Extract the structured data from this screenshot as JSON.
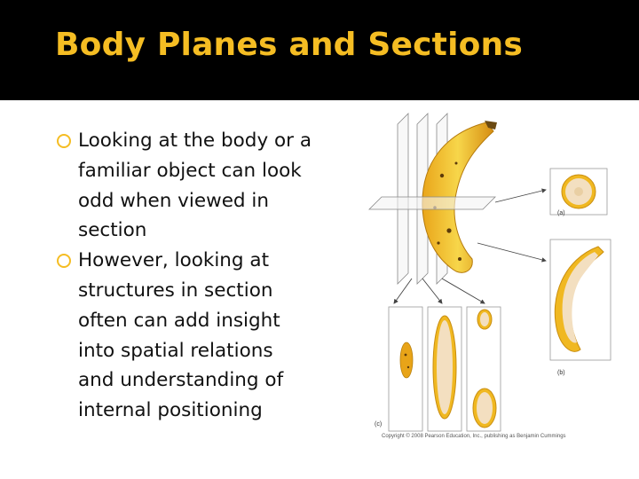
{
  "slide": {
    "title": "Body Planes and Sections",
    "bullets": [
      "Looking at the body or a familiar object can look odd when viewed in section",
      "However, looking at structures in section often can add insight into spatial relations and understanding of internal positioning"
    ]
  },
  "figure": {
    "labels": {
      "a": "(a)",
      "b": "(b)",
      "c": "(c)"
    },
    "copyright": "Copyright © 2008 Pearson Education, Inc., publishing as Benjamin Cummings"
  },
  "colors": {
    "header_bg": "#000000",
    "title": "#f5bd23",
    "bullet_ring": "#f5bd23",
    "text": "#111111"
  }
}
